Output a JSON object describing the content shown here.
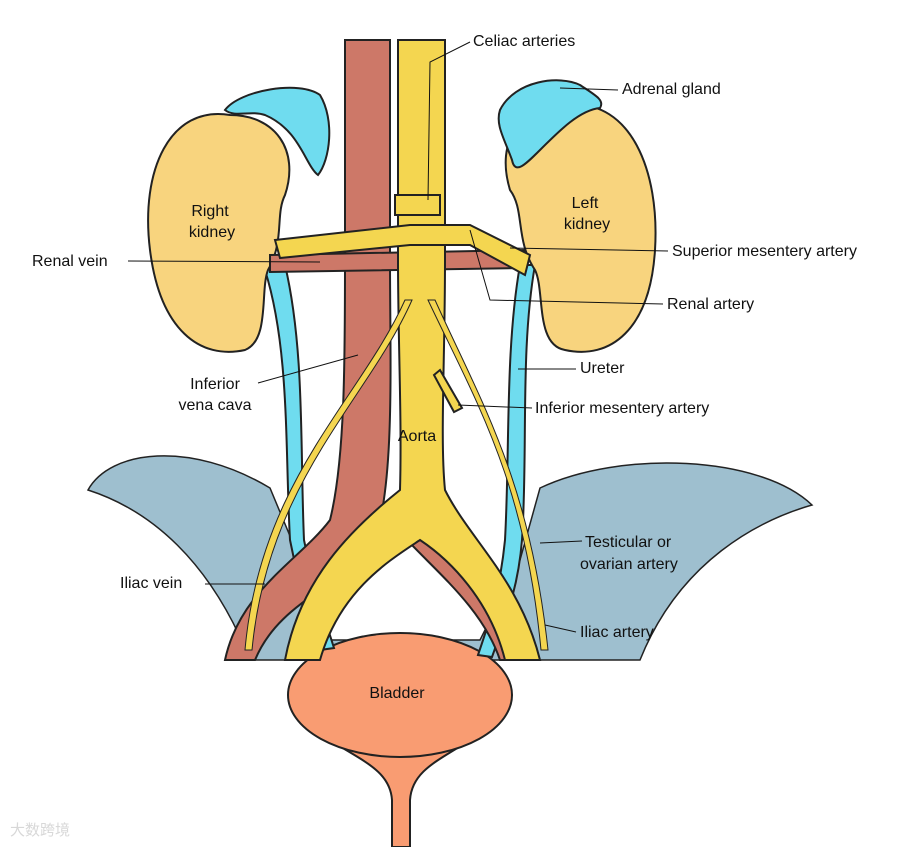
{
  "labels": {
    "celiac_arteries": "Celiac arteries",
    "adrenal_gland": "Adrenal gland",
    "right_kidney_1": "Right",
    "right_kidney_2": "kidney",
    "left_kidney_1": "Left",
    "left_kidney_2": "kidney",
    "renal_vein": "Renal vein",
    "superior_mesentery_artery": "Superior mesentery artery",
    "renal_artery": "Renal artery",
    "ureter": "Ureter",
    "inferior_vena_cava_1": "Inferior",
    "inferior_vena_cava_2": "vena cava",
    "inferior_mesentery_artery": "Inferior mesentery artery",
    "aorta": "Aorta",
    "testicular_1": "Testicular or",
    "testicular_2": "ovarian artery",
    "iliac_vein": "Iliac vein",
    "iliac_artery": "Iliac artery",
    "bladder": "Bladder"
  },
  "watermark": "大数跨境",
  "colors": {
    "kidney": "#f8d47e",
    "adrenal": "#6fdcef",
    "vein": "#cd7868",
    "artery": "#f4d650",
    "pelvis": "#9ebfcf",
    "bladder": "#f99c72"
  }
}
